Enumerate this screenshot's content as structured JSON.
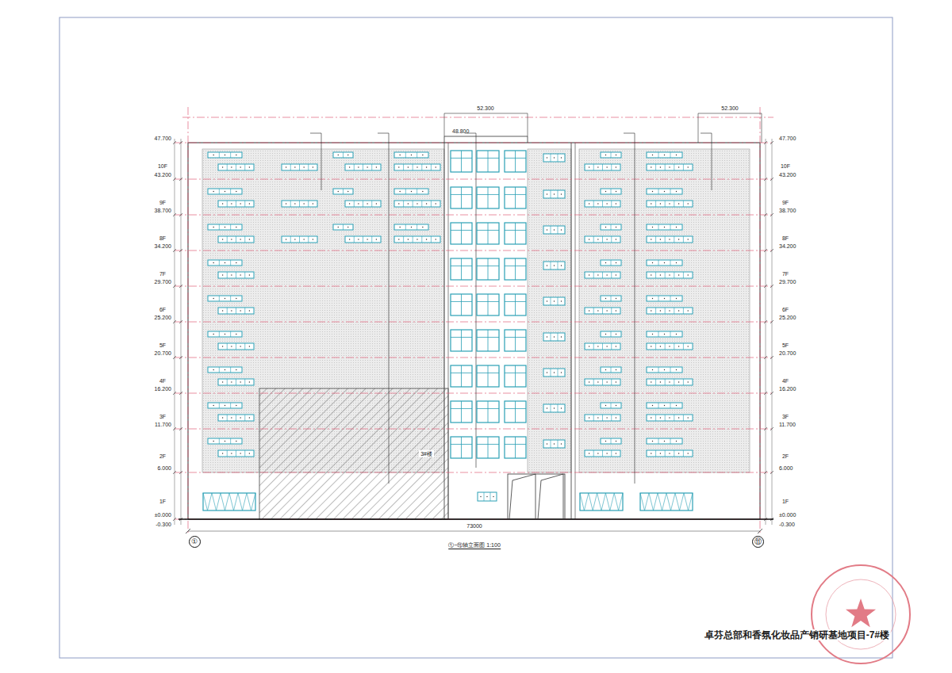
{
  "diagram": {
    "title": "卓芬总部和香氛化妆品产销研基地项目-7#楼",
    "caption": "①~⑪轴立面图 1:100",
    "nodes": [
      {
        "text": [
          "3#楼"
        ]
      },
      {
        "text": [
          "①"
        ]
      },
      {
        "text": [
          "⑪"
        ]
      }
    ],
    "labels": [
      "±0.000",
      "6.000",
      "11.700",
      "16.200",
      "20.700",
      "25.200",
      "29.700",
      "34.200",
      "38.700",
      "43.200",
      "47.700",
      "±0.000",
      "6.000",
      "11.700",
      "16.200",
      "20.700",
      "25.200",
      "29.700",
      "34.200",
      "38.700",
      "43.200",
      "47.700",
      "1F",
      "2F",
      "3F",
      "4F",
      "5F",
      "6F",
      "7F",
      "8F",
      "9F",
      "10F",
      "1F",
      "2F",
      "3F",
      "4F",
      "5F",
      "6F",
      "7F",
      "8F",
      "9F",
      "10F",
      "-0.300",
      "-0.300",
      "52.300",
      "52.300",
      "73000",
      "48.800"
    ]
  }
}
